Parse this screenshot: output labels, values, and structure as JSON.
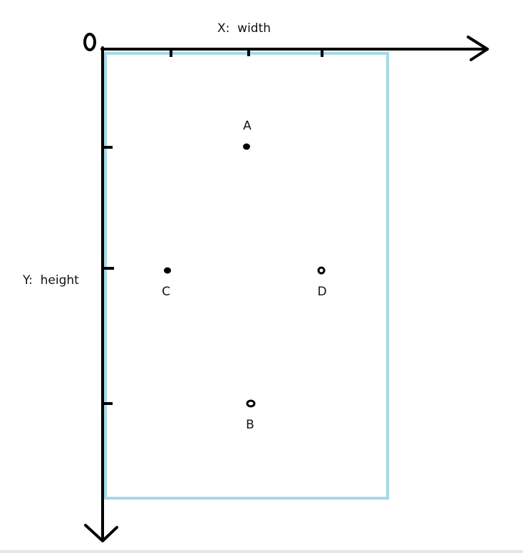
{
  "axes": {
    "origin_label": "0",
    "x_label": "X:  width",
    "y_label": "Y:  height"
  },
  "points": [
    {
      "id": "A",
      "label": "A"
    },
    {
      "id": "B",
      "label": "B"
    },
    {
      "id": "C",
      "label": "C"
    },
    {
      "id": "D",
      "label": "D"
    }
  ],
  "colors": {
    "rectangle_stroke": "#a5d8e6",
    "axis": "#000000",
    "text": "#111111"
  }
}
